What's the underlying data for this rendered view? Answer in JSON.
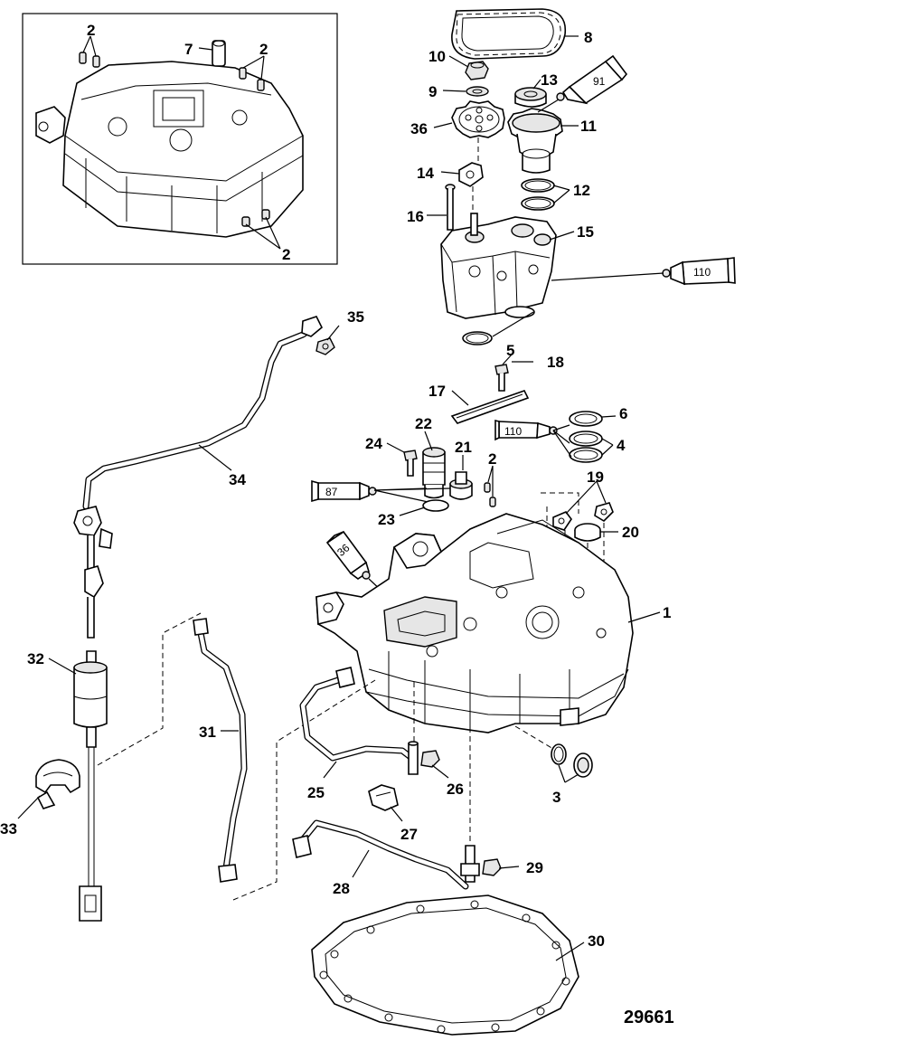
{
  "figure_number": "29661",
  "callouts": [
    {
      "id": "c1",
      "text": "1"
    },
    {
      "id": "c2a",
      "text": "2"
    },
    {
      "id": "c2b",
      "text": "2"
    },
    {
      "id": "c2c",
      "text": "2"
    },
    {
      "id": "c2d",
      "text": "2"
    },
    {
      "id": "c3",
      "text": "3"
    },
    {
      "id": "c4",
      "text": "4"
    },
    {
      "id": "c5",
      "text": "5"
    },
    {
      "id": "c6",
      "text": "6"
    },
    {
      "id": "c7",
      "text": "7"
    },
    {
      "id": "c8",
      "text": "8"
    },
    {
      "id": "c9",
      "text": "9"
    },
    {
      "id": "c10",
      "text": "10"
    },
    {
      "id": "c11",
      "text": "11"
    },
    {
      "id": "c12",
      "text": "12"
    },
    {
      "id": "c13",
      "text": "13"
    },
    {
      "id": "c14",
      "text": "14"
    },
    {
      "id": "c15",
      "text": "15"
    },
    {
      "id": "c16",
      "text": "16"
    },
    {
      "id": "c17",
      "text": "17"
    },
    {
      "id": "c18",
      "text": "18"
    },
    {
      "id": "c19",
      "text": "19"
    },
    {
      "id": "c20",
      "text": "20"
    },
    {
      "id": "c21",
      "text": "21"
    },
    {
      "id": "c22",
      "text": "22"
    },
    {
      "id": "c23",
      "text": "23"
    },
    {
      "id": "c24",
      "text": "24"
    },
    {
      "id": "c25",
      "text": "25"
    },
    {
      "id": "c26",
      "text": "26"
    },
    {
      "id": "c27",
      "text": "27"
    },
    {
      "id": "c28",
      "text": "28"
    },
    {
      "id": "c29",
      "text": "29"
    },
    {
      "id": "c30",
      "text": "30"
    },
    {
      "id": "c31",
      "text": "31"
    },
    {
      "id": "c32",
      "text": "32"
    },
    {
      "id": "c33",
      "text": "33"
    },
    {
      "id": "c34",
      "text": "34"
    },
    {
      "id": "c35",
      "text": "35"
    },
    {
      "id": "c36",
      "text": "36"
    }
  ],
  "tubes": [
    {
      "id": "t91",
      "text": "91"
    },
    {
      "id": "t110a",
      "text": "110"
    },
    {
      "id": "t110b",
      "text": "110"
    },
    {
      "id": "t87",
      "text": "87"
    },
    {
      "id": "t36",
      "text": "36"
    }
  ]
}
